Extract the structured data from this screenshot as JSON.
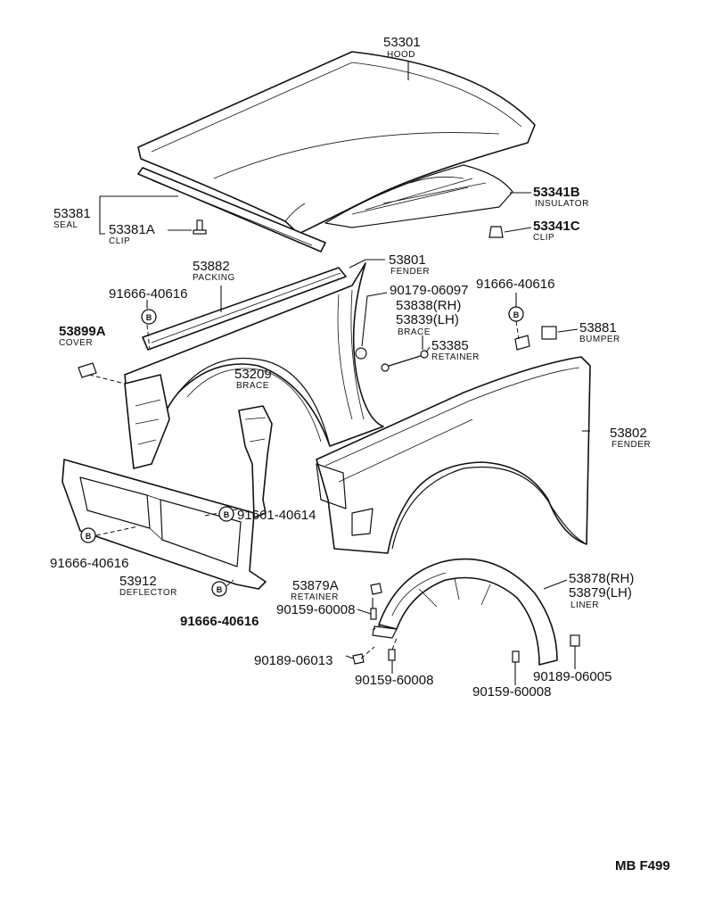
{
  "diagram_code": "MB F499",
  "parts": [
    {
      "number": "53301",
      "name": "HOOD"
    },
    {
      "number": "53341B",
      "name": "INSULATOR"
    },
    {
      "number": "53341C",
      "name": "CLIP"
    },
    {
      "number": "53381",
      "name": "SEAL"
    },
    {
      "number": "53381A",
      "name": "CLIP"
    },
    {
      "number": "53882",
      "name": "PACKING"
    },
    {
      "number": "53801",
      "name": "FENDER"
    },
    {
      "number": "91666-40616",
      "name": ""
    },
    {
      "number": "90179-06097",
      "name": ""
    },
    {
      "number": "53838(RH)",
      "name": ""
    },
    {
      "number": "53839(LH)",
      "name": "BRACE"
    },
    {
      "number": "91666-40616",
      "name": ""
    },
    {
      "number": "53881",
      "name": "BUMPER"
    },
    {
      "number": "53385",
      "name": "RETAINER"
    },
    {
      "number": "53899A",
      "name": "COVER"
    },
    {
      "number": "53209",
      "name": "BRACE"
    },
    {
      "number": "53802",
      "name": "FENDER"
    },
    {
      "number": "91661-40614",
      "name": ""
    },
    {
      "number": "91666-40616",
      "name": ""
    },
    {
      "number": "53912",
      "name": "DEFLECTOR"
    },
    {
      "number": "91666-40616",
      "name": ""
    },
    {
      "number": "53879A",
      "name": "RETAINER"
    },
    {
      "number": "90159-60008",
      "name": ""
    },
    {
      "number": "53878(RH)",
      "name": ""
    },
    {
      "number": "53879(LH)",
      "name": "LINER"
    },
    {
      "number": "90189-06013",
      "name": ""
    },
    {
      "number": "90159-60008",
      "name": ""
    },
    {
      "number": "90159-60008",
      "name": ""
    },
    {
      "number": "90189-06005",
      "name": ""
    }
  ],
  "badge_letter": "B"
}
